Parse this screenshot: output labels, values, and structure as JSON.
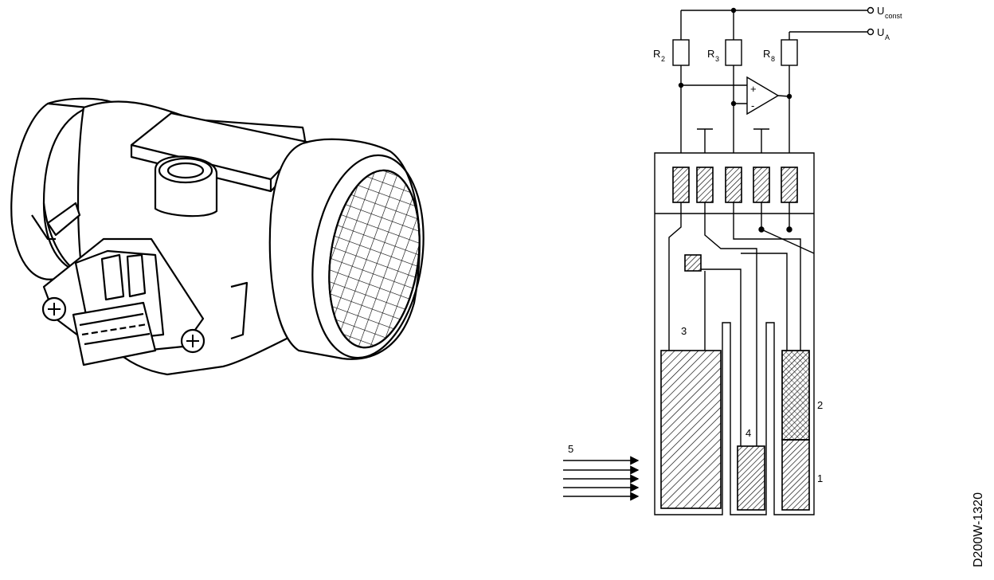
{
  "labels": {
    "u_const_main": "U",
    "u_const_sub": "const",
    "u_a_main": "U",
    "u_a_sub": "A",
    "r2_main": "R",
    "r2_sub": "2",
    "r3_main": "R",
    "r3_sub": "3",
    "r8_main": "R",
    "r8_sub": "8",
    "opamp_plus": "+",
    "opamp_minus": "-",
    "part_1": "1",
    "part_2": "2",
    "part_3": "3",
    "part_4": "4",
    "part_5": "5",
    "drawing_code": "D200W-1320"
  },
  "colors": {
    "ink": "#000000",
    "paper": "#ffffff"
  }
}
